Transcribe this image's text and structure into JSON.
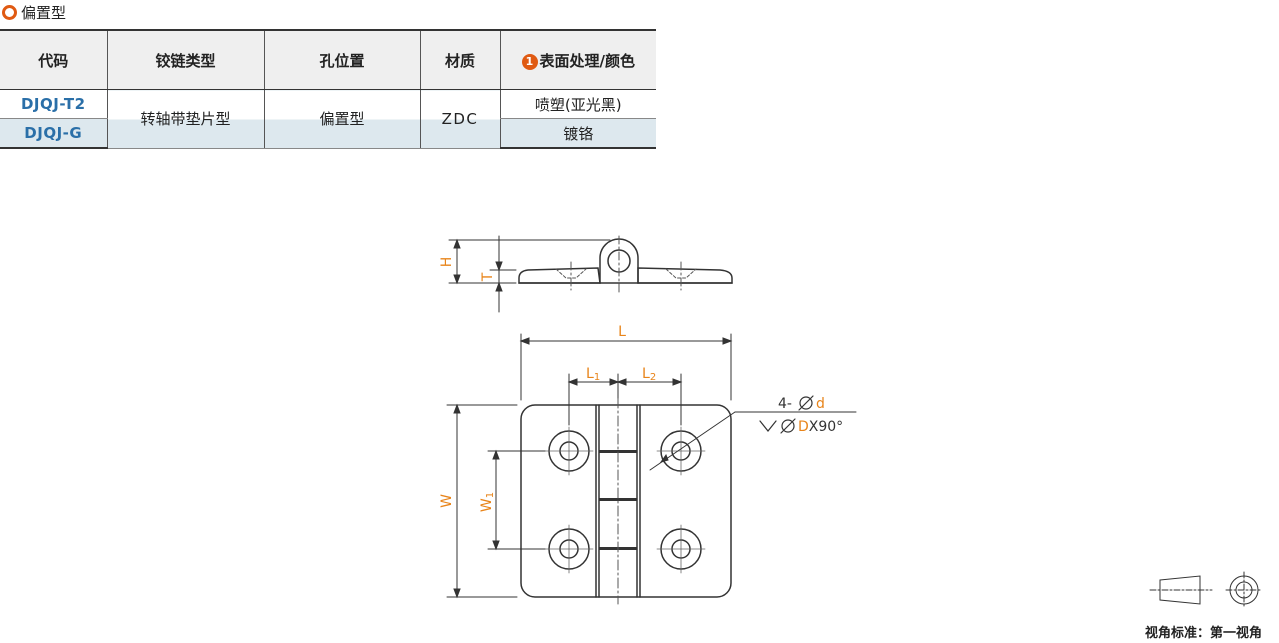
{
  "section_title": "偏置型",
  "table": {
    "headers": {
      "code": "代码",
      "hinge_type": "铰链类型",
      "hole_position": "孔位置",
      "material": "材质",
      "finish_badge": "1",
      "finish": "表面处理/颜色"
    },
    "rows": [
      {
        "code": "DJQJ-T2",
        "finish": "喷塑(亚光黑)"
      },
      {
        "code": "DJQJ-G",
        "finish": "镀铬"
      }
    ],
    "shared": {
      "hinge_type": "转轴带垫片型",
      "hole_position": "偏置型",
      "material": "ZDC"
    }
  },
  "drawing": {
    "dim_H": "H",
    "dim_T": "T",
    "dim_L": "L",
    "dim_L1_main": "L",
    "dim_L1_sub": "1",
    "dim_L2_main": "L",
    "dim_L2_sub": "2",
    "dim_W": "W",
    "dim_W1_main": "W",
    "dim_W1_sub": "1",
    "hole_prefix": "4-",
    "hole_var": "d",
    "csk_var": "D",
    "csk_suffix": "X90°",
    "accent_color": "#e8841a"
  },
  "projection_label": "视角标准：第一视角"
}
